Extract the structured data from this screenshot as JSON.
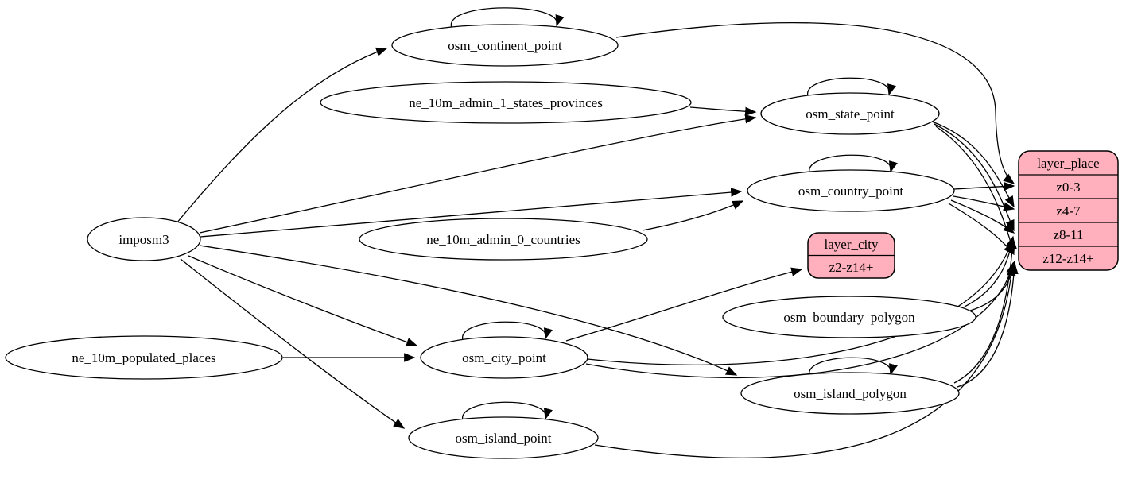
{
  "diagram": {
    "type": "etl-dependency-graph",
    "background_color": "#ffffff",
    "node_fill": "#ffffff",
    "node_stroke": "#000000",
    "record_fill": "#ffb0bc",
    "edge_color": "#000000"
  },
  "nodes": {
    "imposm3": {
      "label": "imposm3"
    },
    "ne_10m_populated_places": {
      "label": "ne_10m_populated_places"
    },
    "ne_10m_admin_1_states_provinces": {
      "label": "ne_10m_admin_1_states_provinces"
    },
    "ne_10m_admin_0_countries": {
      "label": "ne_10m_admin_0_countries"
    },
    "osm_continent_point": {
      "label": "osm_continent_point"
    },
    "osm_state_point": {
      "label": "osm_state_point"
    },
    "osm_country_point": {
      "label": "osm_country_point"
    },
    "osm_city_point": {
      "label": "osm_city_point"
    },
    "osm_island_point": {
      "label": "osm_island_point"
    },
    "osm_boundary_polygon": {
      "label": "osm_boundary_polygon"
    },
    "osm_island_polygon": {
      "label": "osm_island_polygon"
    }
  },
  "layer_place": {
    "title": "layer_place",
    "rows": [
      "z0-3",
      "z4-7",
      "z8-11",
      "z12-z14+"
    ]
  },
  "layer_city": {
    "title": "layer_city",
    "rows": [
      "z2-z14+"
    ]
  },
  "edges": [
    {
      "from": "imposm3",
      "to": "osm_continent_point"
    },
    {
      "from": "imposm3",
      "to": "osm_state_point"
    },
    {
      "from": "imposm3",
      "to": "osm_country_point"
    },
    {
      "from": "imposm3",
      "to": "osm_city_point"
    },
    {
      "from": "imposm3",
      "to": "osm_island_point"
    },
    {
      "from": "imposm3",
      "to": "osm_island_polygon"
    },
    {
      "from": "ne_10m_admin_1_states_provinces",
      "to": "osm_state_point"
    },
    {
      "from": "ne_10m_admin_0_countries",
      "to": "osm_country_point"
    },
    {
      "from": "ne_10m_populated_places",
      "to": "osm_city_point"
    },
    {
      "from": "osm_continent_point",
      "to": "osm_continent_point",
      "self_loop": true
    },
    {
      "from": "osm_state_point",
      "to": "osm_state_point",
      "self_loop": true
    },
    {
      "from": "osm_country_point",
      "to": "osm_country_point",
      "self_loop": true
    },
    {
      "from": "osm_city_point",
      "to": "osm_city_point",
      "self_loop": true
    },
    {
      "from": "osm_island_point",
      "to": "osm_island_point",
      "self_loop": true
    },
    {
      "from": "osm_island_polygon",
      "to": "osm_island_polygon",
      "self_loop": true
    },
    {
      "from": "osm_continent_point",
      "to": "layer_place.z0-3"
    },
    {
      "from": "osm_country_point",
      "to": "layer_place.z0-3"
    },
    {
      "from": "osm_country_point",
      "to": "layer_place.z4-7"
    },
    {
      "from": "osm_country_point",
      "to": "layer_place.z8-11"
    },
    {
      "from": "osm_country_point",
      "to": "layer_place.z12-z14+"
    },
    {
      "from": "osm_state_point",
      "to": "layer_place.z4-7"
    },
    {
      "from": "osm_state_point",
      "to": "layer_place.z8-11"
    },
    {
      "from": "osm_state_point",
      "to": "layer_place.z12-z14+"
    },
    {
      "from": "osm_city_point",
      "to": "layer_city.z2-z14+"
    },
    {
      "from": "osm_city_point",
      "to": "layer_place.z8-11"
    },
    {
      "from": "osm_city_point",
      "to": "layer_place.z12-z14+"
    },
    {
      "from": "osm_island_point",
      "to": "layer_place.z12-z14+"
    },
    {
      "from": "osm_boundary_polygon",
      "to": "layer_place.z8-11"
    },
    {
      "from": "osm_boundary_polygon",
      "to": "layer_place.z12-z14+"
    },
    {
      "from": "osm_island_polygon",
      "to": "layer_place.z8-11"
    },
    {
      "from": "osm_island_polygon",
      "to": "layer_place.z12-z14+"
    }
  ]
}
